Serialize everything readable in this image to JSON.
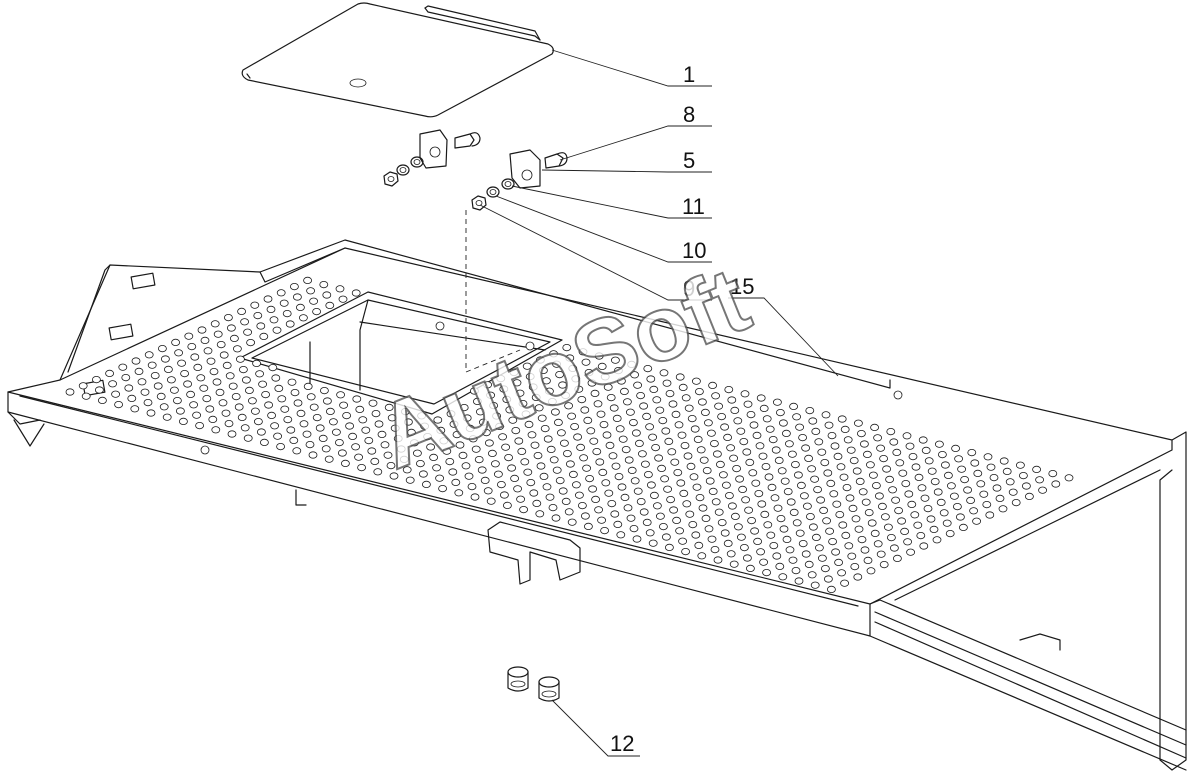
{
  "watermark": "AutoSoft",
  "callouts": [
    {
      "label": "1"
    },
    {
      "label": "8"
    },
    {
      "label": "5"
    },
    {
      "label": "11"
    },
    {
      "label": "10"
    },
    {
      "label": "9"
    },
    {
      "label": "15"
    },
    {
      "label": "12"
    }
  ]
}
